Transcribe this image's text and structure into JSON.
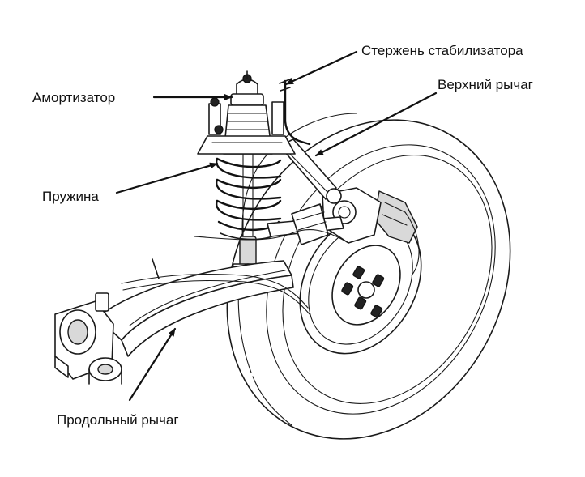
{
  "labels": {
    "stabilizer_rod": "Стержень стабилизатора",
    "shock_absorber": "Амортизатор",
    "upper_arm": "Верхний рычаг",
    "spring": "Пружина",
    "trailing_arm": "Продольный рычаг"
  },
  "colors": {
    "ink": "#1a1a1a",
    "paper": "#ffffff",
    "shade": "#d9d9d9"
  }
}
